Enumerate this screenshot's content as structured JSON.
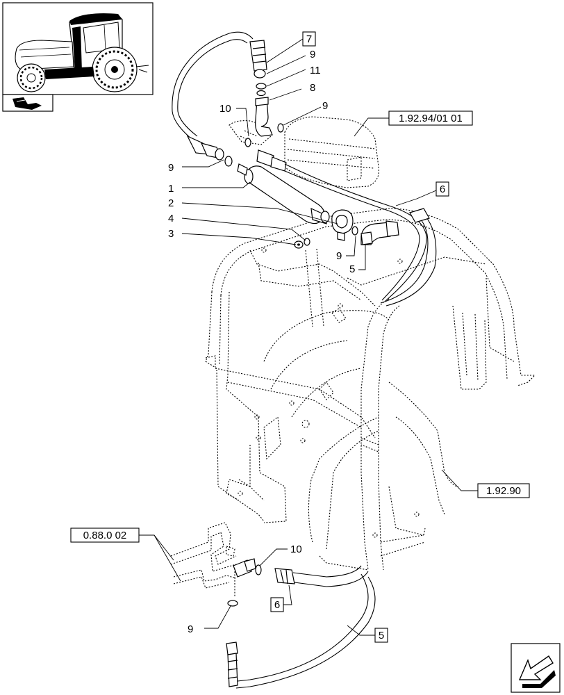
{
  "callouts": {
    "c1": "1",
    "c2": "2",
    "c3": "3",
    "c4": "4",
    "c5a": "5",
    "c5b": "5",
    "c6a": "6",
    "c6b": "6",
    "c7": "7",
    "c8": "8",
    "c9a": "9",
    "c9b": "9",
    "c9c": "9",
    "c9d": "9",
    "c9e": "9",
    "c10a": "10",
    "c10b": "10",
    "c11": "11"
  },
  "references": {
    "ref_air": "1.92.94/01 01",
    "ref_cab": "1.92.90",
    "ref_pipes": "0.88.0 02"
  },
  "icons": {
    "thumbnail": "tractor-thumbnail-icon",
    "section": "section-book-icon",
    "next": "next-page-arrow-icon"
  }
}
